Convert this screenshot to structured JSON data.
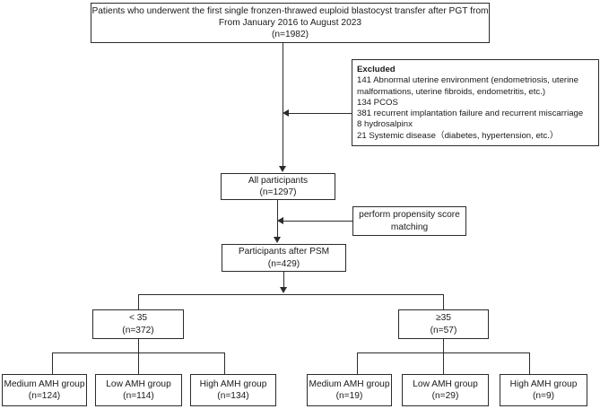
{
  "diagram": {
    "title": "Study participant selection flowchart",
    "type": "flowchart",
    "stroke_color": "#2b2b2b",
    "background_color": "#ffffff"
  },
  "nodes": {
    "source": {
      "line1": "Patients who underwent the first single fronzen-thrawed euploid blastocyst transfer after PGT from",
      "line2": "From January 2016 to August 2023",
      "line3": "(n=1982)"
    },
    "excluded": {
      "heading": "Excluded",
      "items": [
        "141 Abnormal uterine environment (endometriosis, uterine",
        "malformations, uterine fibroids, endometritis, etc.)",
        "134 PCOS",
        "381 recurrent implantation failure and recurrent miscarriage",
        "8 hydrosalpinx",
        "21 Systemic disease（diabetes, hypertension, etc.）"
      ]
    },
    "all_participants": {
      "label": "All participants",
      "count": "(n=1297)"
    },
    "psm_method": {
      "line1": "perform propensity score",
      "line2": "matching"
    },
    "after_psm": {
      "label": "Participants after PSM",
      "count": "(n=429)"
    },
    "age_young": {
      "label": "< 35",
      "count": "(n=372)"
    },
    "age_old": {
      "label": "≥35",
      "count": "(n=57)"
    },
    "groups_young": [
      {
        "label": "Medium AMH group",
        "count": "(n=124)"
      },
      {
        "label": "Low AMH group",
        "count": "(n=114)"
      },
      {
        "label": "High AMH group",
        "count": "(n=134)"
      }
    ],
    "groups_old": [
      {
        "label": "Medium AMH group",
        "count": "(n=19)"
      },
      {
        "label": "Low AMH group",
        "count": "(n=29)"
      },
      {
        "label": "High AMH group",
        "count": "(n=9)"
      }
    ]
  }
}
